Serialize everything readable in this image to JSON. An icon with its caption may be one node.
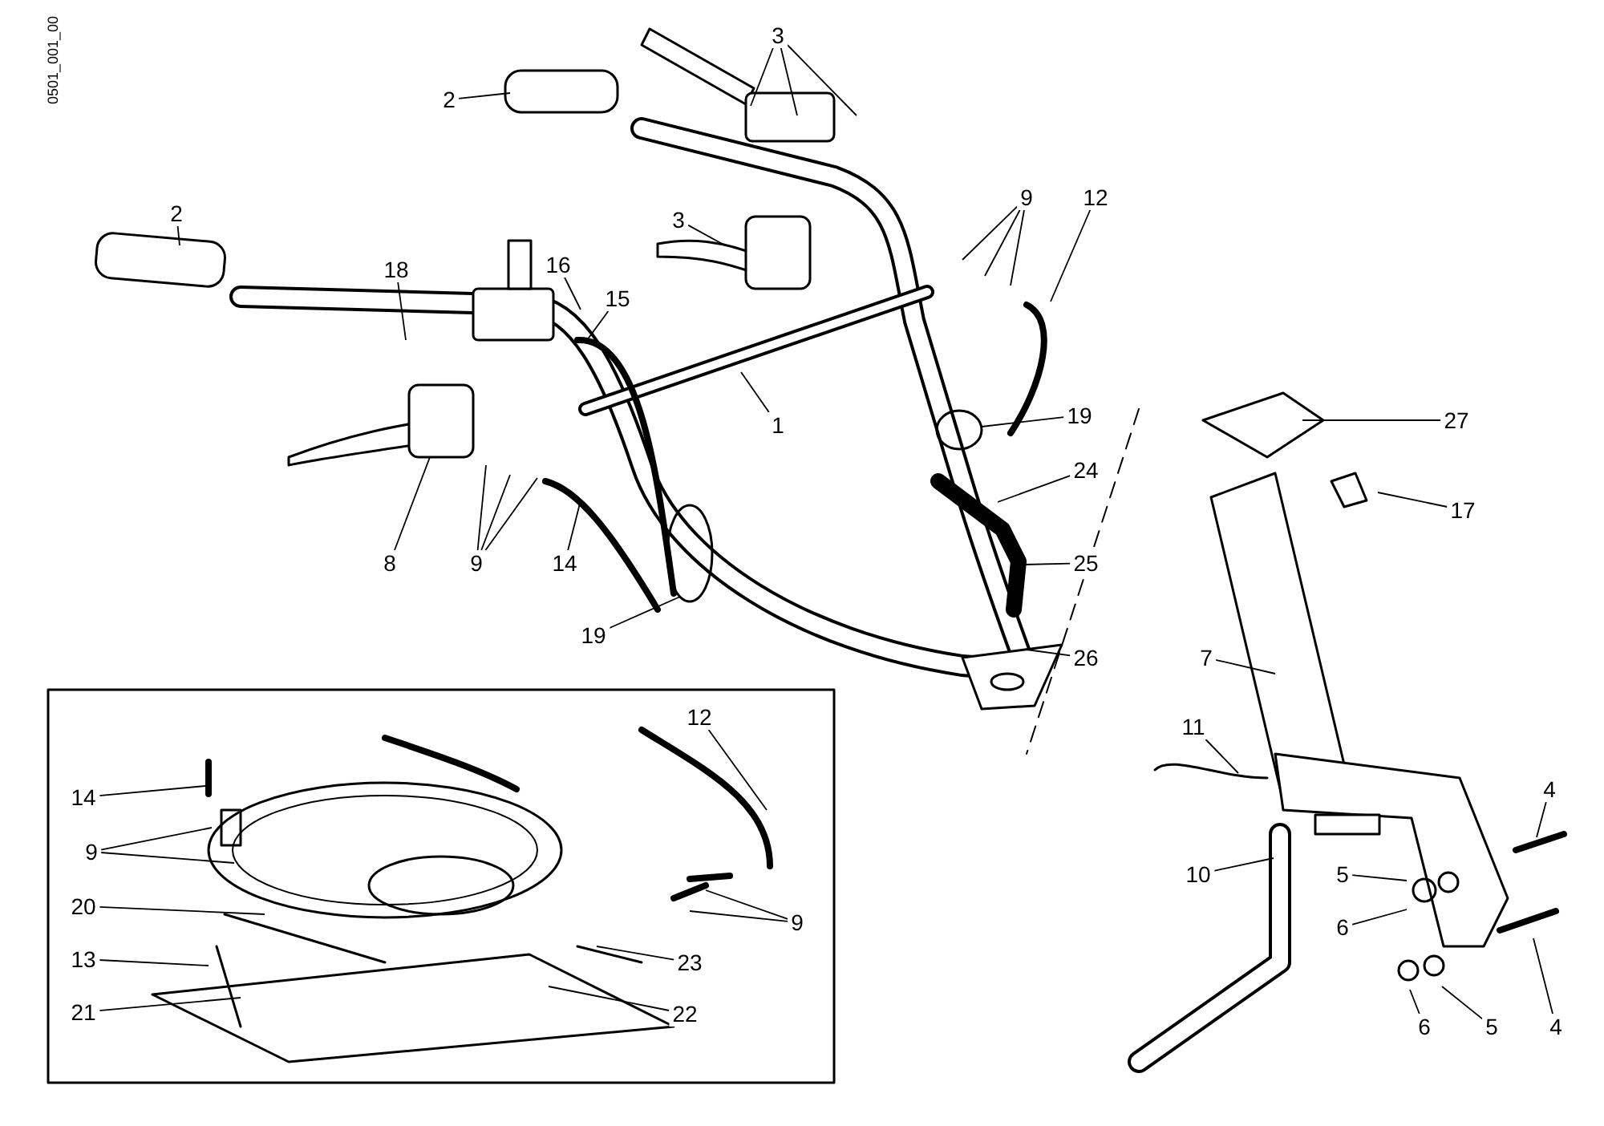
{
  "diagram": {
    "nodes": [
      {
        "text": [
          "3"
        ]
      },
      {
        "text": [
          "2"
        ]
      },
      {
        "text": [
          "2"
        ]
      },
      {
        "text": [
          "16"
        ]
      },
      {
        "text": [
          "18"
        ]
      },
      {
        "text": [
          "3"
        ]
      },
      {
        "text": [
          "15"
        ]
      },
      {
        "text": [
          "9"
        ]
      },
      {
        "text": [
          "12"
        ]
      },
      {
        "text": [
          "1"
        ]
      },
      {
        "text": [
          "19"
        ]
      },
      {
        "text": [
          "27"
        ]
      },
      {
        "text": [
          "24"
        ]
      },
      {
        "text": [
          "17"
        ]
      },
      {
        "text": [
          "8"
        ]
      },
      {
        "text": [
          "9"
        ]
      },
      {
        "text": [
          "14"
        ]
      },
      {
        "text": [
          "25"
        ]
      },
      {
        "text": [
          "19"
        ]
      },
      {
        "text": [
          "26"
        ]
      },
      {
        "text": [
          "7"
        ]
      },
      {
        "text": [
          "12"
        ]
      },
      {
        "text": [
          "11"
        ]
      },
      {
        "text": [
          "4"
        ]
      },
      {
        "text": [
          "14"
        ]
      },
      {
        "text": [
          "9"
        ]
      },
      {
        "text": [
          "20"
        ]
      },
      {
        "text": [
          "10"
        ]
      },
      {
        "text": [
          "5"
        ]
      },
      {
        "text": [
          "9"
        ]
      },
      {
        "text": [
          "6"
        ]
      },
      {
        "text": [
          "23"
        ]
      },
      {
        "text": [
          "13"
        ]
      },
      {
        "text": [
          "21"
        ]
      },
      {
        "text": [
          "22"
        ]
      },
      {
        "text": [
          "6"
        ]
      },
      {
        "text": [
          "5"
        ]
      },
      {
        "text": [
          "4"
        ]
      }
    ],
    "edges": [
      {
        "from": 0,
        "to": null,
        "arrow": "none"
      },
      {
        "from": 0,
        "to": null,
        "arrow": "none"
      },
      {
        "from": 0,
        "to": null,
        "arrow": "none"
      },
      {
        "from": 1,
        "to": null,
        "arrow": "none"
      },
      {
        "from": 2,
        "to": null,
        "arrow": "none"
      },
      {
        "from": 3,
        "to": null,
        "arrow": "none"
      },
      {
        "from": 4,
        "to": null,
        "arrow": "none"
      },
      {
        "from": 5,
        "to": null,
        "arrow": "none"
      },
      {
        "from": 6,
        "to": null,
        "arrow": "none"
      },
      {
        "from": 7,
        "to": null,
        "arrow": "none"
      },
      {
        "from": 7,
        "to": null,
        "arrow": "none"
      },
      {
        "from": 7,
        "to": null,
        "arrow": "none"
      },
      {
        "from": 8,
        "to": null,
        "arrow": "none"
      },
      {
        "from": 9,
        "to": null,
        "arrow": "none"
      },
      {
        "from": 10,
        "to": null,
        "arrow": "none"
      },
      {
        "from": 11,
        "to": null,
        "arrow": "none"
      },
      {
        "from": 12,
        "to": null,
        "arrow": "none"
      },
      {
        "from": 13,
        "to": null,
        "arrow": "none"
      },
      {
        "from": 14,
        "to": null,
        "arrow": "none"
      },
      {
        "from": 15,
        "to": null,
        "arrow": "none"
      },
      {
        "from": 15,
        "to": null,
        "arrow": "none"
      },
      {
        "from": 15,
        "to": null,
        "arrow": "none"
      },
      {
        "from": 16,
        "to": null,
        "arrow": "none"
      },
      {
        "from": 17,
        "to": null,
        "arrow": "none"
      },
      {
        "from": 18,
        "to": null,
        "arrow": "none"
      },
      {
        "from": 19,
        "to": null,
        "arrow": "none"
      },
      {
        "from": 20,
        "to": null,
        "arrow": "none"
      },
      {
        "from": 21,
        "to": null,
        "arrow": "none"
      },
      {
        "from": 22,
        "to": null,
        "arrow": "none"
      },
      {
        "from": 23,
        "to": null,
        "arrow": "none"
      },
      {
        "from": 24,
        "to": null,
        "arrow": "none"
      },
      {
        "from": 25,
        "to": null,
        "arrow": "none"
      },
      {
        "from": 25,
        "to": null,
        "arrow": "none"
      },
      {
        "from": 26,
        "to": null,
        "arrow": "none"
      },
      {
        "from": 27,
        "to": null,
        "arrow": "none"
      },
      {
        "from": 28,
        "to": null,
        "arrow": "none"
      },
      {
        "from": 29,
        "to": null,
        "arrow": "none"
      },
      {
        "from": 29,
        "to": null,
        "arrow": "none"
      },
      {
        "from": 30,
        "to": null,
        "arrow": "none"
      },
      {
        "from": 31,
        "to": null,
        "arrow": "none"
      },
      {
        "from": 32,
        "to": null,
        "arrow": "none"
      },
      {
        "from": 33,
        "to": null,
        "arrow": "none"
      },
      {
        "from": 34,
        "to": null,
        "arrow": "none"
      },
      {
        "from": 35,
        "to": null,
        "arrow": "none"
      },
      {
        "from": 36,
        "to": null,
        "arrow": "none"
      },
      {
        "from": 37,
        "to": null,
        "arrow": "none"
      }
    ],
    "labels": [
      "0501_001_00"
    ]
  }
}
